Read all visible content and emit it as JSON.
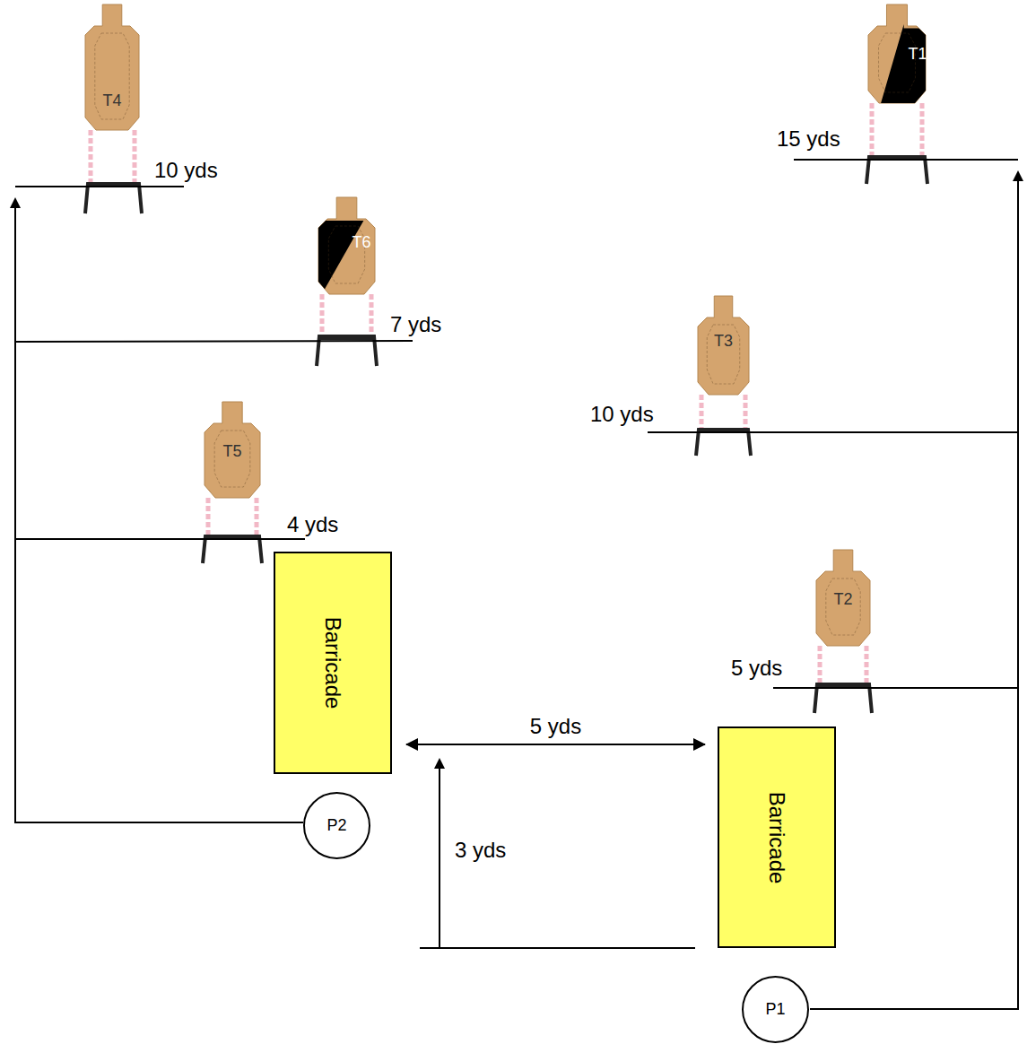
{
  "diagram": {
    "nodes": [
      {
        "text": [
          "T4"
        ]
      },
      {
        "text": [
          "T1"
        ]
      },
      {
        "text": [
          "T6"
        ]
      },
      {
        "text": [
          "T3"
        ]
      },
      {
        "text": [
          "T5"
        ]
      },
      {
        "text": [
          "T2"
        ]
      },
      {
        "text": [
          "Barricade"
        ]
      },
      {
        "text": [
          "Barricade"
        ]
      },
      {
        "text": [
          "P2"
        ]
      },
      {
        "text": [
          "P1"
        ]
      }
    ],
    "edges": [
      {
        "from": 6,
        "to": 7,
        "arrow": "both",
        "label": "5 yds"
      }
    ],
    "labels": [
      "15 yds",
      "10 yds",
      "7 yds",
      "10 yds",
      "4 yds",
      "5 yds",
      "3 yds"
    ]
  }
}
